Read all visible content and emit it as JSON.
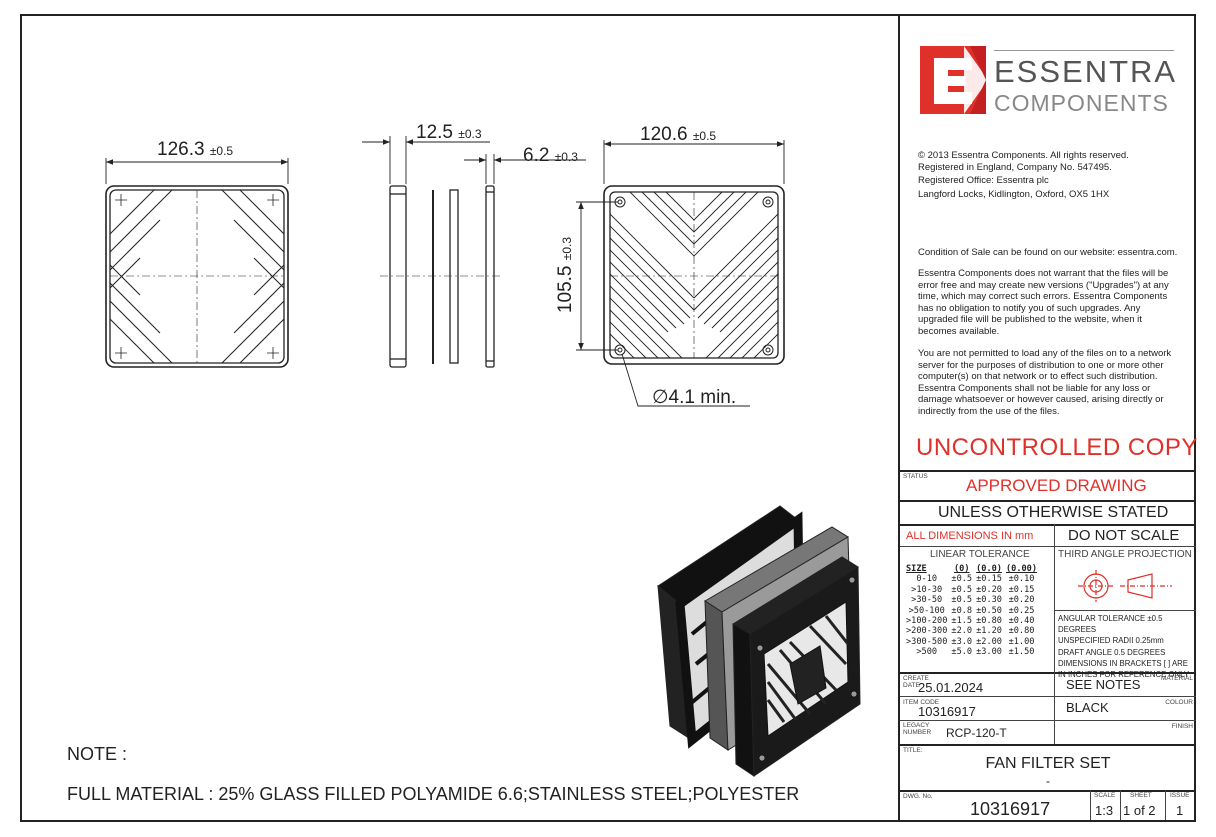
{
  "drawing": {
    "dims": {
      "front_width": "126.3",
      "front_width_tol": "±0.5",
      "side_total": "12.5",
      "side_total_tol": "±0.3",
      "side_grill": "6.2",
      "side_grill_tol": "±0.3",
      "grill_width": "120.6",
      "grill_width_tol": "±0.5",
      "hole_spacing": "105.5",
      "hole_spacing_tol": "±0.3",
      "hole_dia": "∅4.1 min."
    },
    "note_title": "NOTE :",
    "note_text": "FULL MATERIAL : 25% GLASS FILLED POLYAMIDE 6.6;STAINLESS STEEL;POLYESTER"
  },
  "titleblock": {
    "logo_line1": "ESSENTRA",
    "logo_line2": "COMPONENTS",
    "copyright": [
      "© 2013 Essentra Components. All rights reserved.",
      "Registered in England, Company No. 547495.",
      "Registered Office: Essentra plc",
      "Langford Locks, Kidlington, Oxford, OX5 1HX"
    ],
    "condition": "Condition of Sale can be found on our website: essentra.com.",
    "warranty": [
      "Essentra Components does not warrant that the files will be",
      "error free and may create new versions (\"Upgrades\") at any",
      "time, which may correct such errors. Essentra Components",
      "has no obligation to notify you of such upgrades. Any",
      "upgraded file will be published to the website, when it",
      "becomes available."
    ],
    "permission": [
      "You are not permitted to load any of the files on to a network",
      "server for the purposes of distribution to one or more other",
      "computer(s) on that network or to effect such distribution.",
      "Essentra Components shall not be liable for any loss or",
      "damage whatsoever or however caused, arising directly or",
      "indirectly from the use of the files."
    ],
    "uncontrolled": "UNCONTROLLED COPY",
    "status_label": "STATUS",
    "status": "APPROVED DRAWING",
    "unless": "UNLESS OTHERWISE STATED",
    "all_dims": "ALL DIMENSIONS IN mm",
    "do_not_scale": "DO NOT SCALE",
    "linear_tol": "LINEAR TOLERANCE",
    "third_angle": "THIRD ANGLE PROJECTION",
    "tol_headers": [
      "SIZE",
      "(0)",
      "(0.0)",
      "(0.00)"
    ],
    "tol_rows": [
      [
        "0-10",
        "±0.5",
        "±0.15",
        "±0.10"
      ],
      [
        ">10-30",
        "±0.5",
        "±0.20",
        "±0.15"
      ],
      [
        ">30-50",
        "±0.5",
        "±0.30",
        "±0.20"
      ],
      [
        ">50-100",
        "±0.8",
        "±0.50",
        "±0.25"
      ],
      [
        ">100-200",
        "±1.5",
        "±0.80",
        "±0.40"
      ],
      [
        ">200-300",
        "±2.0",
        "±1.20",
        "±0.80"
      ],
      [
        ">300-500",
        "±3.0",
        "±2.00",
        "±1.00"
      ],
      [
        ">500",
        "±5.0",
        "±3.00",
        "±1.50"
      ]
    ],
    "notes": [
      "ANGULAR TOLERANCE ±0.5 DEGREES",
      "UNSPECIFIED RADII 0.25mm",
      "DRAFT ANGLE 0.5 DEGREES",
      "DIMENSIONS IN BRACKETS [ ] ARE",
      "IN INCHES FOR REFERENCE ONLY"
    ],
    "create_date_label": "CREATE DATE",
    "create_date": "25.01.2024",
    "material_label": "MATERIAL",
    "material": "SEE NOTES",
    "item_code_label": "ITEM CODE",
    "item_code": "10316917",
    "colour_label": "COLOUR",
    "colour": "BLACK",
    "legacy_label": "LEGACY NUMBER",
    "legacy": "RCP-120-T",
    "finish_label": "FINISH",
    "title_label": "TITLE:",
    "title": "FAN FILTER SET",
    "title_sub": "-",
    "dwg_label": "DWG. No.",
    "dwg_no": "10316917",
    "scale_label": "SCALE",
    "scale": "1:3",
    "sheet_label": "SHEET",
    "sheet": "1 of 2",
    "issue_label": "ISSUE",
    "issue": "1"
  }
}
